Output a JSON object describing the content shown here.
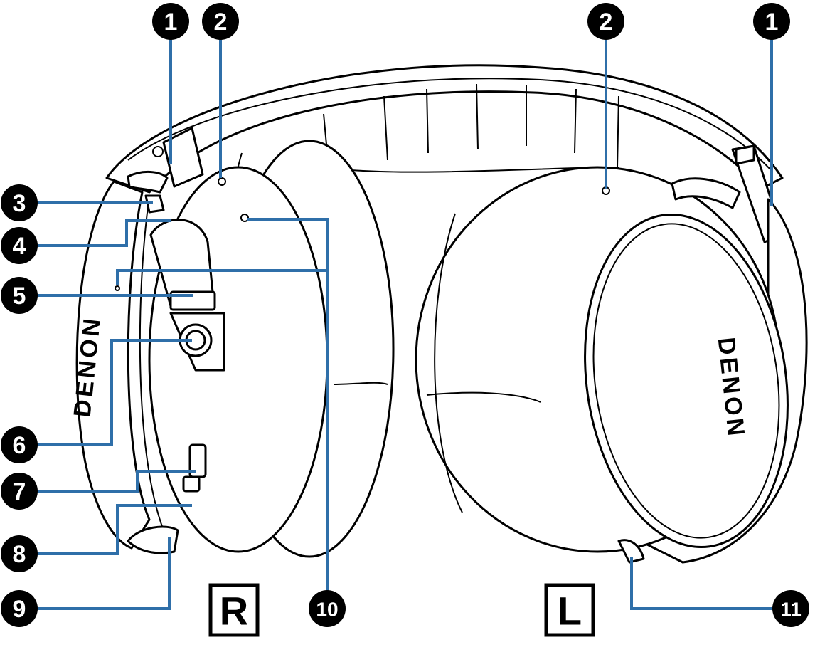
{
  "brand": {
    "right_cup": "DENON",
    "left_cup": "DENON"
  },
  "side_labels": {
    "right": "R",
    "left": "L"
  },
  "callouts": [
    {
      "id": "c1-right",
      "label": "1"
    },
    {
      "id": "c2-right",
      "label": "2"
    },
    {
      "id": "c2-left",
      "label": "2"
    },
    {
      "id": "c1-left",
      "label": "1"
    },
    {
      "id": "c3",
      "label": "3"
    },
    {
      "id": "c4",
      "label": "4"
    },
    {
      "id": "c5",
      "label": "5"
    },
    {
      "id": "c6",
      "label": "6"
    },
    {
      "id": "c7",
      "label": "7"
    },
    {
      "id": "c8",
      "label": "8"
    },
    {
      "id": "c9",
      "label": "9"
    },
    {
      "id": "c10",
      "label": "10"
    },
    {
      "id": "c11",
      "label": "11"
    }
  ],
  "colors": {
    "leader": "#2f6fa9",
    "line": "#000000",
    "badge": "#000000"
  }
}
